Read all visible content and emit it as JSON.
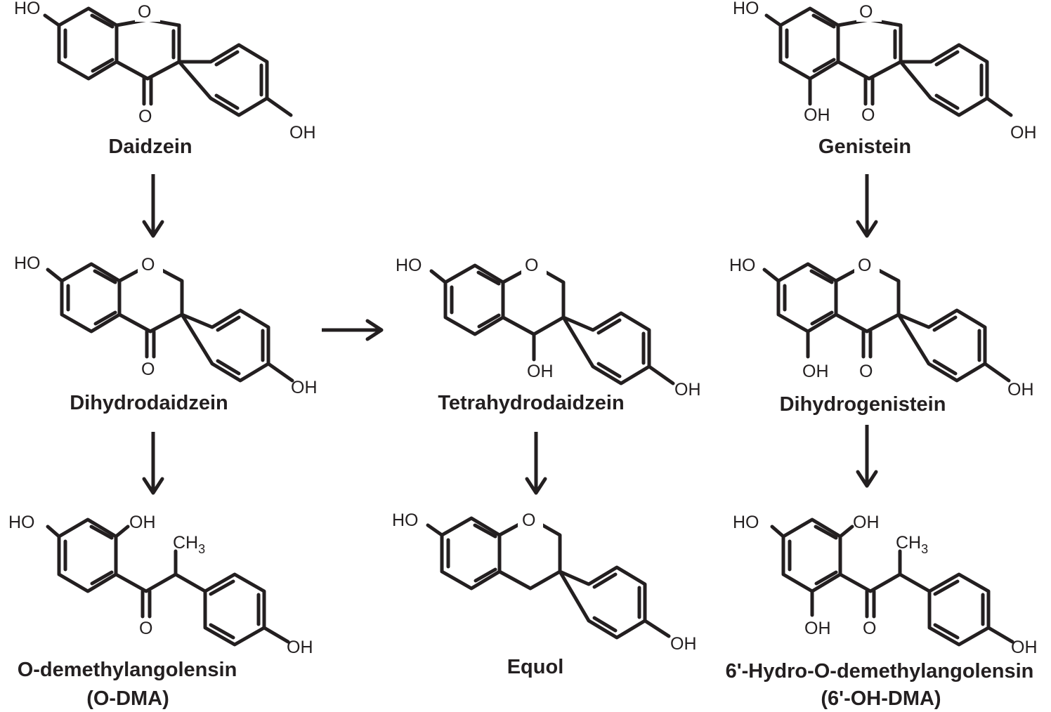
{
  "atoms": {
    "ho": "HO",
    "oh": "OH",
    "o": "O",
    "ch": "CH",
    "three": "3"
  },
  "compounds": {
    "daidzein": "Daidzein",
    "genistein": "Genistein",
    "dihydrodaidzein": "Dihydrodaidzein",
    "tetrahydrodaidzein": "Tetrahydrodaidzein",
    "dihydrogenistein": "Dihydrogenistein",
    "odma_name": "O-demethylangolensin",
    "odma_abbr": "(O-DMA)",
    "equol": "Equol",
    "ohdma_name": "6'-Hydro-O-demethylangolensin",
    "ohdma_abbr": "(6'-OH-DMA)"
  },
  "colors": {
    "ink": "#231f20",
    "background": "#ffffff"
  }
}
